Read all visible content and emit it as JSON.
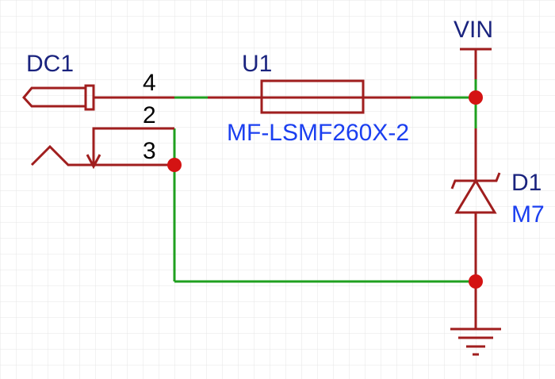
{
  "colors": {
    "background": "#ffffff",
    "grid": "#e6e6e6",
    "wire": "#1fa01f",
    "component": "#a01e1e",
    "junction": "#d41313",
    "ref_label": "#1a237e",
    "value_label": "#1b3ff0",
    "pin_label": "#000000"
  },
  "components": {
    "dc1": {
      "ref": "DC1",
      "pins": [
        "4",
        "2",
        "3"
      ]
    },
    "u1": {
      "ref": "U1",
      "value": "MF-LSMF260X-2"
    },
    "d1": {
      "ref": "D1",
      "value": "M7"
    },
    "vin": {
      "label": "VIN"
    },
    "gnd": {
      "icon": "ground-icon"
    }
  }
}
